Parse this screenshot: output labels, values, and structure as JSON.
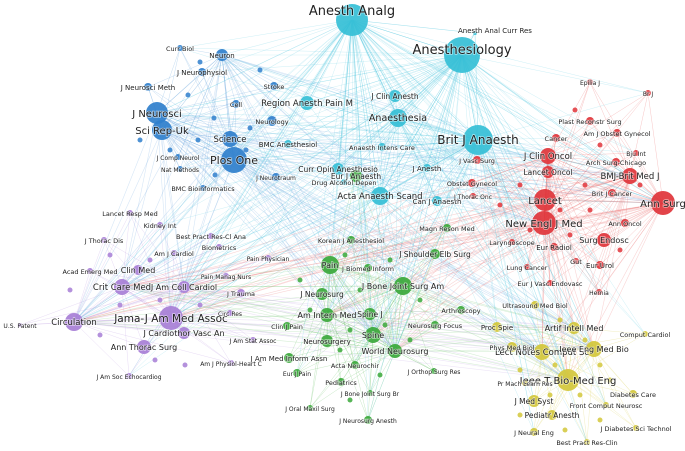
{
  "network": {
    "clusters": {
      "blue": {
        "node": "#2f7fcc",
        "edge": "#6aa6de"
      },
      "cyan": {
        "node": "#35bfd6",
        "edge": "#58c9e0"
      },
      "red": {
        "node": "#e0343a",
        "edge": "#eb6a6a"
      },
      "green": {
        "node": "#3aa83a",
        "edge": "#6cc26a"
      },
      "purple": {
        "node": "#a77ed6",
        "edge": "#bfa0e2"
      },
      "yellow": {
        "node": "#d2c73a",
        "edge": "#ddd35f"
      }
    },
    "nodes": [
      {
        "id": "anesth-analg",
        "label": "Anesth Analg",
        "cluster": "cyan",
        "size": 16
      },
      {
        "id": "anesthesiology",
        "label": "Anesthesiology",
        "cluster": "cyan",
        "size": 18
      },
      {
        "id": "anesth-anal-curr-res",
        "label": "Anesth Anal Curr Res",
        "cluster": "cyan",
        "size": 2
      },
      {
        "id": "anaesthesia",
        "label": "Anaesthesia",
        "cluster": "cyan",
        "size": 9
      },
      {
        "id": "region-anesth-pain-m",
        "label": "Region Anesth Pain M",
        "cluster": "cyan",
        "size": 7
      },
      {
        "id": "acta-anaesth-scand",
        "label": "Acta Anaesth Scand",
        "cluster": "cyan",
        "size": 9
      },
      {
        "id": "curr-opin-anesthesio",
        "label": "Curr Opin Anesthesio",
        "cluster": "cyan",
        "size": 6
      },
      {
        "id": "bmc-anesthesiol",
        "label": "BMC Anesthesiol",
        "cluster": "cyan",
        "size": 4
      },
      {
        "id": "anaesth-intens-care",
        "label": "Anaesth Intens Care",
        "cluster": "cyan",
        "size": 4
      },
      {
        "id": "can-j-anaesth",
        "label": "Can J Anaesth",
        "cluster": "cyan",
        "size": 5
      },
      {
        "id": "j-clin-anesth",
        "label": "J Clin Anesth",
        "cluster": "cyan",
        "size": 6
      },
      {
        "id": "j-anesth",
        "label": "J Anesth",
        "cluster": "cyan",
        "size": 4
      },
      {
        "id": "drug-alcohol-depen",
        "label": "Drug Alcohol Depen",
        "cluster": "cyan",
        "size": 3
      },
      {
        "id": "brit-j-anaesth",
        "label": "Brit J Anaesth",
        "cluster": "cyan",
        "size": 15
      },
      {
        "id": "curr-biol",
        "label": "Curr Biol",
        "cluster": "blue",
        "size": 3
      },
      {
        "id": "neuron",
        "label": "Neuron",
        "cluster": "blue",
        "size": 6
      },
      {
        "id": "j-neurophysiol",
        "label": "J Neurophysiol",
        "cluster": "blue",
        "size": 4
      },
      {
        "id": "j-neurosci-meth",
        "label": "J Neurosci Meth",
        "cluster": "blue",
        "size": 4
      },
      {
        "id": "j-neurosci",
        "label": "J Neurosci",
        "cluster": "blue",
        "size": 11
      },
      {
        "id": "sci-rep-uk",
        "label": "Sci Rep-Uk",
        "cluster": "blue",
        "size": 10
      },
      {
        "id": "stroke",
        "label": "Stroke",
        "cluster": "blue",
        "size": 4
      },
      {
        "id": "cell",
        "label": "Cell",
        "cluster": "blue",
        "size": 4
      },
      {
        "id": "neurology",
        "label": "Neurology",
        "cluster": "blue",
        "size": 5
      },
      {
        "id": "science",
        "label": "Science",
        "cluster": "blue",
        "size": 8
      },
      {
        "id": "plos-one",
        "label": "Plos One",
        "cluster": "blue",
        "size": 13
      },
      {
        "id": "j-comp-neurol",
        "label": "J Comp Neurol",
        "cluster": "blue",
        "size": 3
      },
      {
        "id": "nat-methods",
        "label": "Nat Methods",
        "cluster": "blue",
        "size": 3
      },
      {
        "id": "j-neurotraum",
        "label": "J Neurotraum",
        "cluster": "blue",
        "size": 4
      },
      {
        "id": "bmc-bioinformatics",
        "label": "BMC Bioinformatics",
        "cluster": "blue",
        "size": 3
      },
      {
        "id": "epilia-j",
        "label": "Epilia J",
        "cluster": "red",
        "size": 3
      },
      {
        "id": "br-j",
        "label": "Br J",
        "cluster": "red",
        "size": 3
      },
      {
        "id": "plast-reconstr-surg",
        "label": "Plast Reconstr Surg",
        "cluster": "red",
        "size": 4
      },
      {
        "id": "cancer",
        "label": "Cancer",
        "cluster": "red",
        "size": 4
      },
      {
        "id": "am-j-obstet-gynecol",
        "label": "Am J Obstet Gynecol",
        "cluster": "red",
        "size": 4
      },
      {
        "id": "bju-int",
        "label": "Bju Int",
        "cluster": "red",
        "size": 3
      },
      {
        "id": "j-clin-oncol",
        "label": "J Clin Oncol",
        "cluster": "red",
        "size": 8
      },
      {
        "id": "arch-surg-chicago",
        "label": "Arch Surg-Chicago",
        "cluster": "red",
        "size": 4
      },
      {
        "id": "lancet-oncol",
        "label": "Lancet Oncol",
        "cluster": "red",
        "size": 6
      },
      {
        "id": "bmj-brit-med-j",
        "label": "BMJ-Brit Med J",
        "cluster": "red",
        "size": 8
      },
      {
        "id": "j-vasc-surg",
        "label": "J Vasc Surg",
        "cluster": "red",
        "size": 4
      },
      {
        "id": "brit-j-cancer",
        "label": "Brit J Cancer",
        "cluster": "red",
        "size": 4
      },
      {
        "id": "obstet-gynecol",
        "label": "Obstet Gynecol",
        "cluster": "red",
        "size": 4
      },
      {
        "id": "j-thorac-onc",
        "label": "J Thorac Onc",
        "cluster": "red",
        "size": 3
      },
      {
        "id": "lancet",
        "label": "Lancet",
        "cluster": "red",
        "size": 11
      },
      {
        "id": "ann-surg",
        "label": "Ann Surg",
        "cluster": "red",
        "size": 12
      },
      {
        "id": "new-engl-j-med",
        "label": "New Engl J Med",
        "cluster": "red",
        "size": 12
      },
      {
        "id": "ann-oncol",
        "label": "Ann Oncol",
        "cluster": "red",
        "size": 4
      },
      {
        "id": "surg-endosc",
        "label": "Surg Endosc",
        "cluster": "red",
        "size": 7
      },
      {
        "id": "eur-radiol",
        "label": "Eur Radiol",
        "cluster": "red",
        "size": 4
      },
      {
        "id": "laryngoscope",
        "label": "Laryngoscope",
        "cluster": "red",
        "size": 3
      },
      {
        "id": "lung-cancer",
        "label": "Lung Cancer",
        "cluster": "red",
        "size": 3
      },
      {
        "id": "gut",
        "label": "Gut",
        "cluster": "red",
        "size": 3
      },
      {
        "id": "eur-urol",
        "label": "Eur Urol",
        "cluster": "red",
        "size": 4
      },
      {
        "id": "eur-j-vasc-endovasc",
        "label": "Eur J Vasc Endovasc",
        "cluster": "red",
        "size": 3
      },
      {
        "id": "hernia",
        "label": "Hernia",
        "cluster": "red",
        "size": 3
      },
      {
        "id": "eur-j-anaesth",
        "label": "Eur J Anaesth",
        "cluster": "green",
        "size": 6
      },
      {
        "id": "magn-reson-med",
        "label": "Magn Reson Med",
        "cluster": "green",
        "size": 4
      },
      {
        "id": "korean-j-anesthesiol",
        "label": "Korean J Anesthesiol",
        "cluster": "green",
        "size": 4
      },
      {
        "id": "j-biomed-inform",
        "label": "J Biomed Inform",
        "cluster": "green",
        "size": 4
      },
      {
        "id": "j-shoulder-elb-surg",
        "label": "J Shoulder Elb Surg",
        "cluster": "green",
        "size": 5
      },
      {
        "id": "pain",
        "label": "Pain",
        "cluster": "green",
        "size": 9
      },
      {
        "id": "j-bone-joint-surg-am",
        "label": "J Bone Joint Surg Am",
        "cluster": "green",
        "size": 9
      },
      {
        "id": "j-neurosurg",
        "label": "J Neurosurg",
        "cluster": "green",
        "size": 6
      },
      {
        "id": "arthroscopy",
        "label": "Arthroscopy",
        "cluster": "green",
        "size": 4
      },
      {
        "id": "spine-j",
        "label": "Spine J",
        "cluster": "green",
        "size": 6
      },
      {
        "id": "am-intern-med",
        "label": "Am Intern Med",
        "cluster": "green",
        "size": 7
      },
      {
        "id": "neurosurg-focus",
        "label": "Neurosurg Focus",
        "cluster": "green",
        "size": 4
      },
      {
        "id": "clin-j-pain",
        "label": "Clin J Pain",
        "cluster": "green",
        "size": 4
      },
      {
        "id": "spine",
        "label": "Spine",
        "cluster": "green",
        "size": 8
      },
      {
        "id": "neurosurgery",
        "label": "Neurosurgery",
        "cluster": "green",
        "size": 6
      },
      {
        "id": "world-neurosurg",
        "label": "World Neurosurg",
        "cluster": "green",
        "size": 7
      },
      {
        "id": "j-am-med-inform-assn",
        "label": "J Am Med Inform Assn",
        "cluster": "green",
        "size": 5
      },
      {
        "id": "acta-neurochir",
        "label": "Acta Neurochir",
        "cluster": "green",
        "size": 4
      },
      {
        "id": "j-orthop-surg-res",
        "label": "J Orthop Surg Res",
        "cluster": "green",
        "size": 3
      },
      {
        "id": "eur-j-pain",
        "label": "Eur J Pain",
        "cluster": "green",
        "size": 4
      },
      {
        "id": "pediatrics",
        "label": "Pediatrics",
        "cluster": "green",
        "size": 4
      },
      {
        "id": "j-bone-joint-surg-br",
        "label": "J Bone Joint Surg Br",
        "cluster": "green",
        "size": 3
      },
      {
        "id": "j-oral-maxil-surg",
        "label": "J Oral Maxil Surg",
        "cluster": "green",
        "size": 3
      },
      {
        "id": "j-neurosurg-anesth",
        "label": "J Neurosurg Anesth",
        "cluster": "green",
        "size": 4
      },
      {
        "id": "lancet-resp-med",
        "label": "Lancet Resp Med",
        "cluster": "purple",
        "size": 3
      },
      {
        "id": "kidney-int",
        "label": "Kidney Int",
        "cluster": "purple",
        "size": 3
      },
      {
        "id": "j-thorac-dis",
        "label": "J Thorac Dis",
        "cluster": "purple",
        "size": 3
      },
      {
        "id": "best-pract-res-cl-ana",
        "label": "Best Pract Res-Cl Ana",
        "cluster": "purple",
        "size": 3
      },
      {
        "id": "am-j-cardiol",
        "label": "Am J Cardiol",
        "cluster": "purple",
        "size": 3
      },
      {
        "id": "biometrics",
        "label": "Biometrics",
        "cluster": "purple",
        "size": 3
      },
      {
        "id": "acad-emerg-med",
        "label": "Acad Emerg Med",
        "cluster": "purple",
        "size": 3
      },
      {
        "id": "clin-med",
        "label": "Clin Med",
        "cluster": "purple",
        "size": 5
      },
      {
        "id": "pain-manag-nurs",
        "label": "Pain Manag Nurs",
        "cluster": "purple",
        "size": 3
      },
      {
        "id": "pain-physician",
        "label": "Pain Physician",
        "cluster": "purple",
        "size": 3
      },
      {
        "id": "crit-care-med",
        "label": "Crit Care Med",
        "cluster": "purple",
        "size": 8
      },
      {
        "id": "j-am-coll-cardiol",
        "label": "J Am Coll Cardiol",
        "cluster": "purple",
        "size": 6
      },
      {
        "id": "j-trauma",
        "label": "J Trauma",
        "cluster": "purple",
        "size": 4
      },
      {
        "id": "jama-j-am-med-assoc",
        "label": "Jama-J Am Med Assoc",
        "cluster": "purple",
        "size": 12
      },
      {
        "id": "u-s-patent",
        "label": "U.S. Patent",
        "cluster": "purple",
        "size": 2
      },
      {
        "id": "circulation",
        "label": "Circulation",
        "cluster": "purple",
        "size": 9
      },
      {
        "id": "circ-res",
        "label": "Circ Res",
        "cluster": "purple",
        "size": 3
      },
      {
        "id": "j-cardiothor-vasc-an",
        "label": "J Cardiothor Vasc An",
        "cluster": "purple",
        "size": 6
      },
      {
        "id": "j-am-stat-assoc",
        "label": "J Am Stat Assoc",
        "cluster": "purple",
        "size": 3
      },
      {
        "id": "ann-thorac-surg",
        "label": "Ann Thorac Surg",
        "cluster": "purple",
        "size": 7
      },
      {
        "id": "am-j-physiol-heart-c",
        "label": "Am J Physiol-Heart C",
        "cluster": "purple",
        "size": 3
      },
      {
        "id": "j-am-soc-echocardiog",
        "label": "J Am Soc Echocardiog",
        "cluster": "purple",
        "size": 3
      },
      {
        "id": "ultrasound-med-biol",
        "label": "Ultrasound Med Biol",
        "cluster": "yellow",
        "size": 4
      },
      {
        "id": "proc-spie",
        "label": "Proc Spie",
        "cluster": "yellow",
        "size": 5
      },
      {
        "id": "artif-intell-med",
        "label": "Artif Intell Med",
        "cluster": "yellow",
        "size": 6
      },
      {
        "id": "comput-cardiol",
        "label": "Comput Cardiol",
        "cluster": "yellow",
        "size": 3
      },
      {
        "id": "lect-notes-comput-sc",
        "label": "Lect Notes Comput Sc",
        "cluster": "yellow",
        "size": 8
      },
      {
        "id": "ieee-eng-med-bio",
        "label": "Ieee Eng Med Bio",
        "cluster": "yellow",
        "size": 8
      },
      {
        "id": "phys-med-biol",
        "label": "Phys Med Biol",
        "cluster": "yellow",
        "size": 5
      },
      {
        "id": "ieee-t-bio-med-eng",
        "label": "Ieee T Bio-Med Eng",
        "cluster": "yellow",
        "size": 11
      },
      {
        "id": "pr-mach-learn-res",
        "label": "Pr Mach Learn Res",
        "cluster": "yellow",
        "size": 3
      },
      {
        "id": "j-med-syst",
        "label": "J Med Syst",
        "cluster": "yellow",
        "size": 6
      },
      {
        "id": "diabetes-care",
        "label": "Diabetes Care",
        "cluster": "yellow",
        "size": 4
      },
      {
        "id": "front-comput-neurosc",
        "label": "Front Comput Neurosc",
        "cluster": "yellow",
        "size": 3
      },
      {
        "id": "pediatr-anesth",
        "label": "Pediatr Anesth",
        "cluster": "yellow",
        "size": 5
      },
      {
        "id": "j-neural-eng",
        "label": "J Neural Eng",
        "cluster": "yellow",
        "size": 4
      },
      {
        "id": "j-diabetes-sci-technol",
        "label": "J Diabetes Sci Technol",
        "cluster": "yellow",
        "size": 3
      },
      {
        "id": "best-pract-res-clin",
        "label": "Best Pract Res-Clin",
        "cluster": "yellow",
        "size": 3
      }
    ]
  }
}
